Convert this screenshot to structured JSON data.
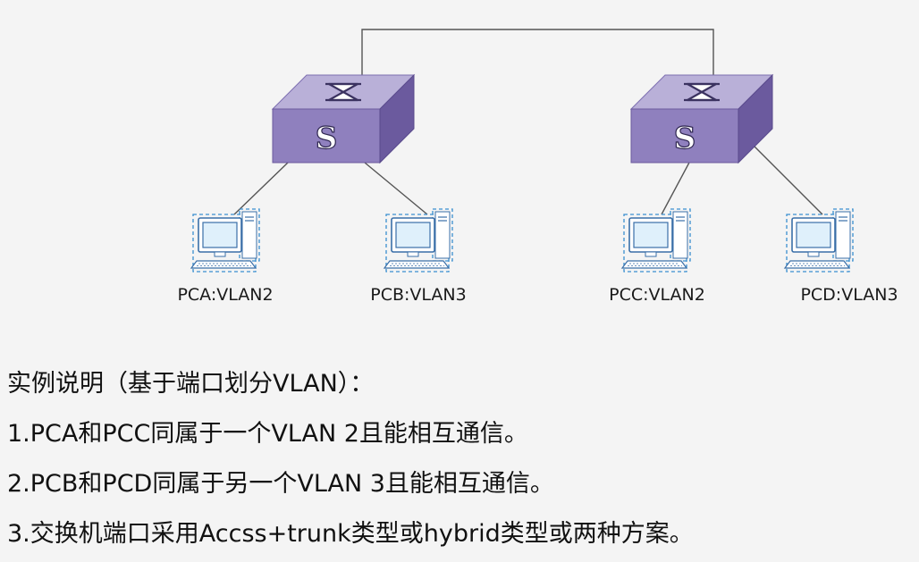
{
  "diagram": {
    "switches": [
      {
        "id": "sw1",
        "letter": "S"
      },
      {
        "id": "sw2",
        "letter": "S"
      }
    ],
    "hosts": [
      {
        "id": "pca",
        "label": "PCA:VLAN2"
      },
      {
        "id": "pcb",
        "label": "PCB:VLAN3"
      },
      {
        "id": "pcc",
        "label": "PCC:VLAN2"
      },
      {
        "id": "pcd",
        "label": "PCD:VLAN3"
      }
    ]
  },
  "notes": {
    "title": "实例说明（基于端口划分VLAN）：",
    "lines": [
      "1.PCA和PCC同属于一个VLAN 2且能相互通信。",
      "2.PCB和PCD同属于另一个VLAN 3且能相互通信。",
      "3.交换机端口采用Accss+trunk类型或hybrid类型或两种方案。"
    ]
  },
  "colors": {
    "switch_top": "#b9b0d8",
    "switch_front": "#8f80be",
    "switch_side": "#6b5a9e",
    "link": "#555555",
    "pc_outline": "#3a8fd0"
  }
}
